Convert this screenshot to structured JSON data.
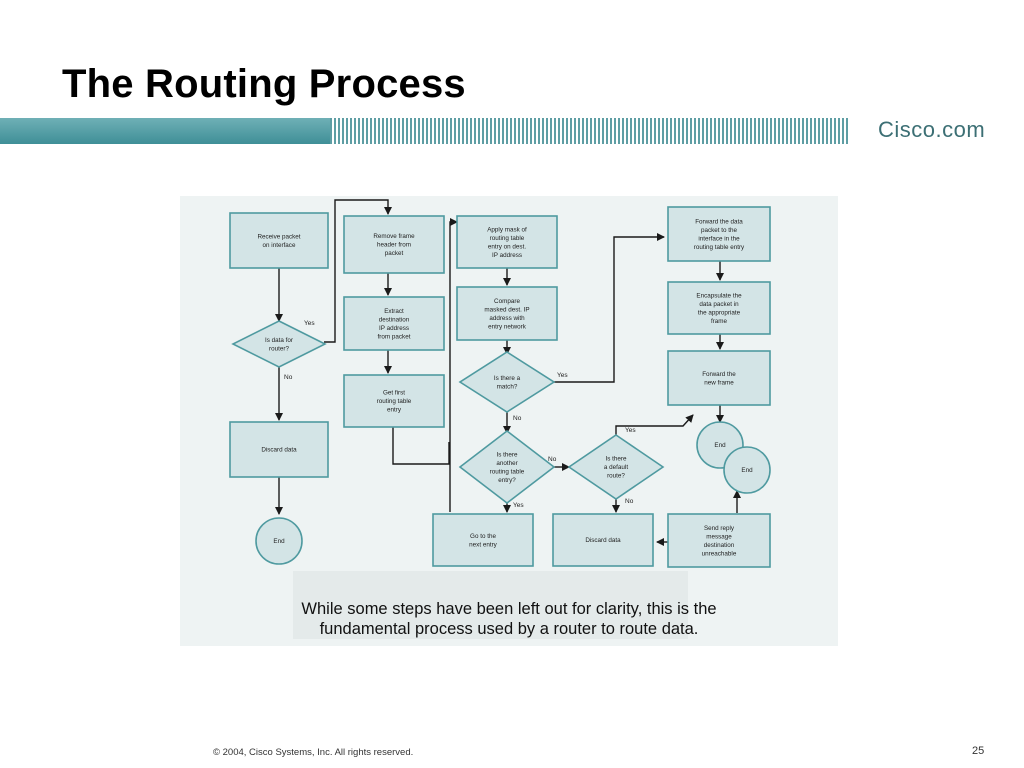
{
  "slide": {
    "title": "The Routing Process",
    "logo_text": "Cisco.com",
    "footer": "© 2004, Cisco Systems, Inc. All rights reserved.",
    "page_number": "25"
  },
  "diagram": {
    "caption_line1": "While some steps have been left out for clarity, this is the",
    "caption_line2": "fundamental process used by a router to route data.",
    "nodes": {
      "receive": [
        "Receive packet",
        "on interface"
      ],
      "data_for_router": [
        "Is data for",
        "router?"
      ],
      "discard1": [
        "Discard data"
      ],
      "end1": [
        "End"
      ],
      "remove_header": [
        "Remove frame",
        "header from",
        "packet"
      ],
      "extract_ip": [
        "Extract",
        "destination",
        "IP address",
        "from packet"
      ],
      "get_first": [
        "Get first",
        "routing table",
        "entry"
      ],
      "apply_mask": [
        "Apply mask of",
        "routing table",
        "entry on dest.",
        "IP address"
      ],
      "compare": [
        "Compare",
        "masked dest. IP",
        "address with",
        "entry network"
      ],
      "match": [
        "Is there a",
        "match?"
      ],
      "another_entry": [
        "Is there",
        "another",
        "routing table",
        "entry?"
      ],
      "default_route": [
        "Is there",
        "a default",
        "route?"
      ],
      "next_entry": [
        "Go to the",
        "next entry"
      ],
      "discard2": [
        "Discard data"
      ],
      "forward_packet": [
        "Forward the data",
        "packet to the",
        "interface in the",
        "routing table entry"
      ],
      "encapsulate": [
        "Encapsulate the",
        "data packet in",
        "the appropriate",
        "frame"
      ],
      "forward_frame": [
        "Forward the",
        "new frame"
      ],
      "end2": [
        "End"
      ],
      "end3": [
        "End"
      ],
      "send_reply": [
        "Send reply",
        "message",
        "destination",
        "unreachable"
      ]
    },
    "labels": {
      "yes1": "Yes",
      "no1": "No",
      "yes2": "Yes",
      "no2": "No",
      "no3": "No",
      "yes3": "Yes",
      "yes4": "Yes",
      "no4": "No"
    }
  }
}
